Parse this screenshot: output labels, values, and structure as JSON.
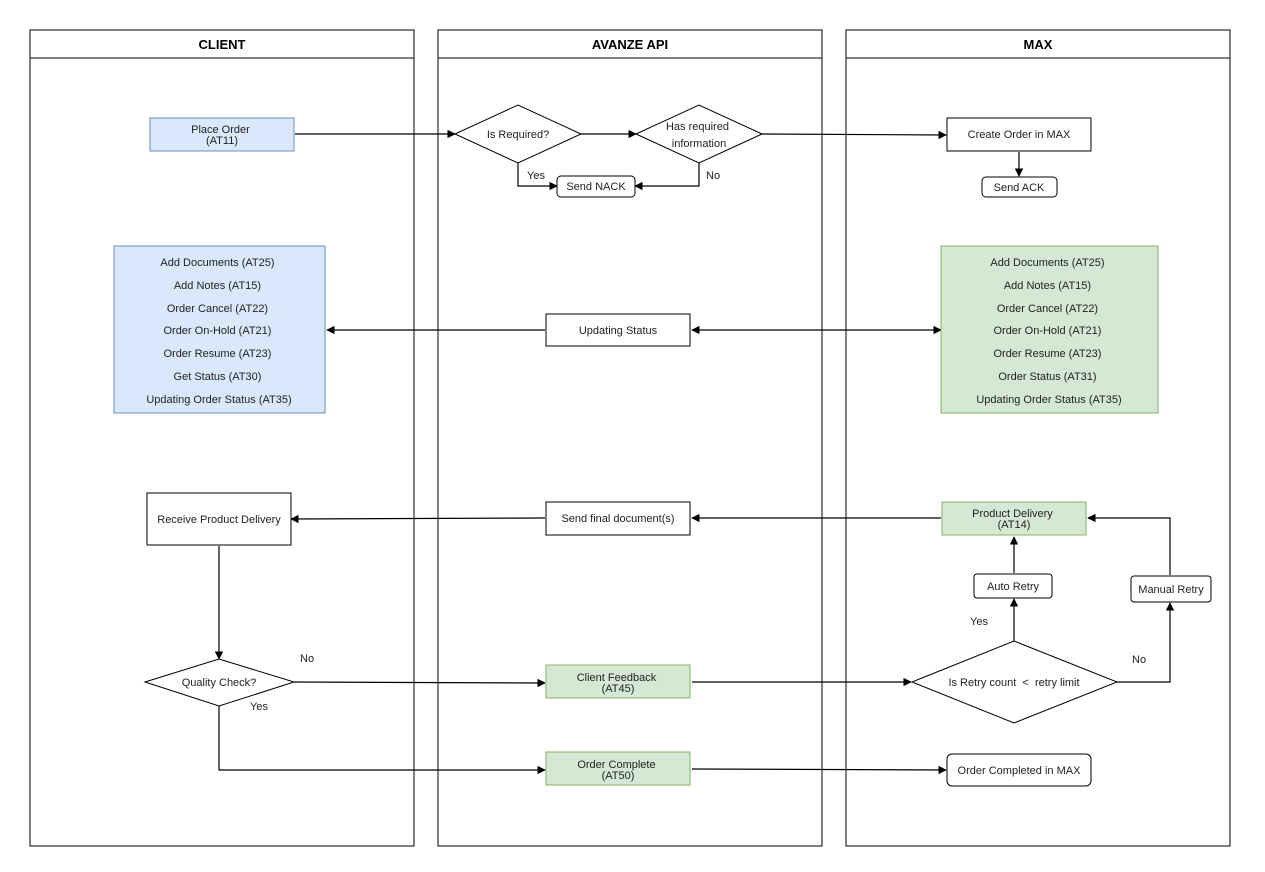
{
  "lanes": {
    "client": "CLIENT",
    "api": "AVANZE API",
    "max": "MAX"
  },
  "colors": {
    "blue_fill": "#dae8fc",
    "blue_stroke": "#6c8ebf",
    "green_fill": "#d5e8d4",
    "green_stroke": "#82b366"
  },
  "nodes": {
    "place_order": [
      "Place Order",
      "(AT11)"
    ],
    "is_required": [
      "Is Required?"
    ],
    "has_required_info": [
      "Has required",
      "information"
    ],
    "create_order_max": [
      "Create Order in MAX"
    ],
    "send_nack": [
      "Send NACK"
    ],
    "send_ack": [
      "Send ACK"
    ],
    "client_actions": [
      "Add Documents (AT25)",
      "Add Notes (AT15)",
      "Order Cancel (AT22)",
      "Order On-Hold (AT21)",
      "Order Resume (AT23)",
      "Get Status (AT30)",
      "Updating Order Status (AT35)"
    ],
    "updating_status": [
      "Updating Status"
    ],
    "max_actions": [
      "Add Documents (AT25)",
      "Add Notes (AT15)",
      "Order Cancel (AT22)",
      "Order On-Hold (AT21)",
      "Order Resume (AT23)",
      "Order Status (AT31)",
      "Updating Order Status (AT35)"
    ],
    "receive_delivery": [
      "Receive Product Delivery"
    ],
    "send_final_docs": [
      "Send final document(s)"
    ],
    "product_delivery": [
      "Product Delivery",
      "(AT14)"
    ],
    "auto_retry": [
      "Auto Retry"
    ],
    "manual_retry": [
      "Manual Retry"
    ],
    "quality_check": [
      "Quality Check?"
    ],
    "client_feedback": [
      "Client Feedback",
      "(AT45)"
    ],
    "retry_check": [
      "Is Retry count  <  retry limit"
    ],
    "order_complete": [
      "Order Complete",
      "(AT50)"
    ],
    "order_completed_max": [
      "Order Completed in MAX"
    ]
  },
  "edge_labels": {
    "yes_is_required": "Yes",
    "no_has_info": "No",
    "no_quality": "No",
    "yes_quality": "Yes",
    "yes_retry": "Yes",
    "no_retry": "No"
  }
}
